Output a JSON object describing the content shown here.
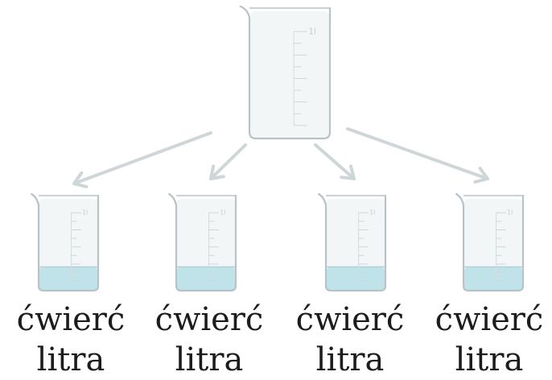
{
  "diagram": {
    "source_beaker": {
      "scale_mark": "1l",
      "fill_fraction": 0
    },
    "beakers": [
      {
        "label_line1": "ćwierć",
        "label_line2": "litra",
        "scale_mark": "1l",
        "fill_fraction": 0.25
      },
      {
        "label_line1": "ćwierć",
        "label_line2": "litra",
        "scale_mark": "1l",
        "fill_fraction": 0.25
      },
      {
        "label_line1": "ćwierć",
        "label_line2": "litra",
        "scale_mark": "1l",
        "fill_fraction": 0.25
      },
      {
        "label_line1": "ćwierć",
        "label_line2": "litra",
        "scale_mark": "1l",
        "fill_fraction": 0.25
      }
    ],
    "colors": {
      "glass_stroke": "#b9c3c7",
      "glass_fill": "#f3f6f7",
      "water": "#bfe3e9",
      "arrow": "#cfd6d8",
      "text": "#1c1c1c"
    }
  }
}
